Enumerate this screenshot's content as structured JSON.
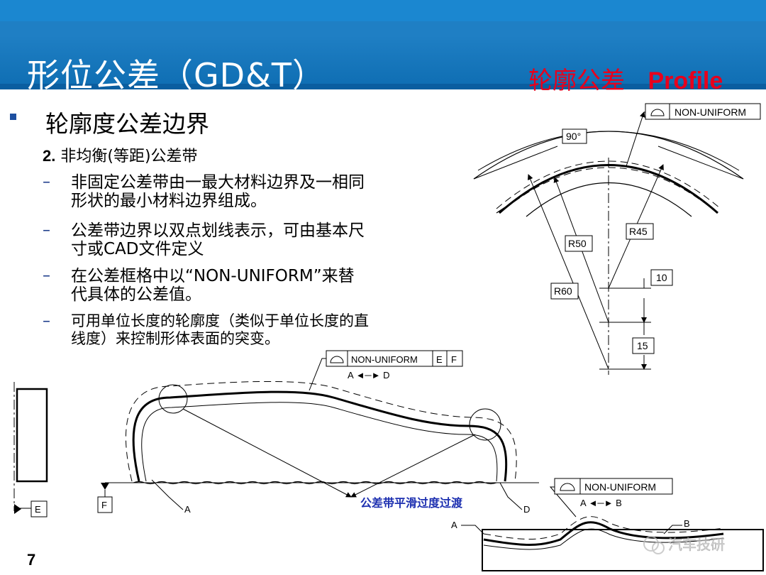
{
  "slide": {
    "title": "形位公差（GD&T）",
    "subtitle_cn": "轮廓公差",
    "subtitle_en": "Profile",
    "heading": "轮廓度公差边界",
    "item_number": "2.",
    "item_label": "非均衡(等距)公差带",
    "bullets": [
      {
        "line1": "非固定公差带由一最大材料边界及一相同",
        "line2": "形状的最小材料边界组成。"
      },
      {
        "line1": "公差带边界以双点划线表示，可由基本尺",
        "line2": "寸或CAD文件定义"
      },
      {
        "line1": "在公差框格中以“NON-UNIFORM”来替",
        "line2": "代具体的公差值。"
      },
      {
        "line1": "可用单位长度的轮廓度（类似于单位长度的直",
        "line2": "线度）来控制形体表面的突变。"
      }
    ],
    "page_number": "7"
  },
  "drawing_top": {
    "frame_text": "NON-UNIFORM",
    "angle": "90°",
    "r50": "R50",
    "r45": "R45",
    "r60": "R60",
    "dim10": "10",
    "dim15": "15"
  },
  "drawing_mid": {
    "frame_text": "NON-UNIFORM",
    "datum_e": "E",
    "datum_f": "F",
    "between": "A ◄─► D",
    "label_a": "A",
    "label_d": "D",
    "datum_f_flag": "F",
    "datum_e_flag": "E",
    "annotation": "公差带平滑过度过渡",
    "annotation_color": "#1c2fb0"
  },
  "drawing_bottom": {
    "frame_text": "NON-UNIFORM",
    "between": "A ◄─► B",
    "label_a": "A",
    "label_b": "B"
  },
  "watermark": "汽车技研",
  "colors": {
    "header": "#1f7fc4",
    "accent_red": "#e8001c",
    "annotation_blue": "#1c2fb0"
  }
}
